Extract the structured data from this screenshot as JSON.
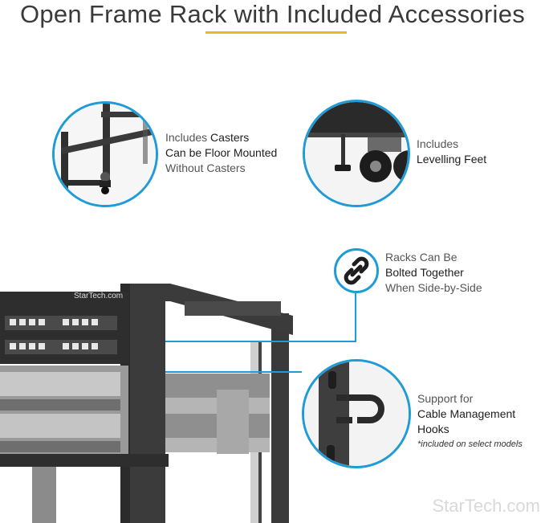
{
  "title": "Open Frame Rack with Included Accessories",
  "colors": {
    "accent": "#f2b523",
    "callout": "#1f9bd7"
  },
  "captions": {
    "casters": {
      "line1_pre": "Includes ",
      "line1_bold": "Casters",
      "line2": "Can be Floor Mounted",
      "line3": "Without Casters"
    },
    "feet": {
      "line1": "Includes",
      "line2": "Levelling Feet"
    },
    "bolt": {
      "line1": "Racks Can Be",
      "line2": "Bolted Together",
      "line3": "When Side-by-Side"
    },
    "hooks": {
      "line1": "Support for",
      "line2": "Cable Management",
      "line3": "Hooks",
      "note": "*included on select models"
    }
  },
  "rack_brand": "StarTech.com",
  "watermark": "StarTech.com",
  "icons": [
    "link-icon",
    "caster-icon",
    "levelling-foot-icon",
    "cable-hook-icon"
  ]
}
